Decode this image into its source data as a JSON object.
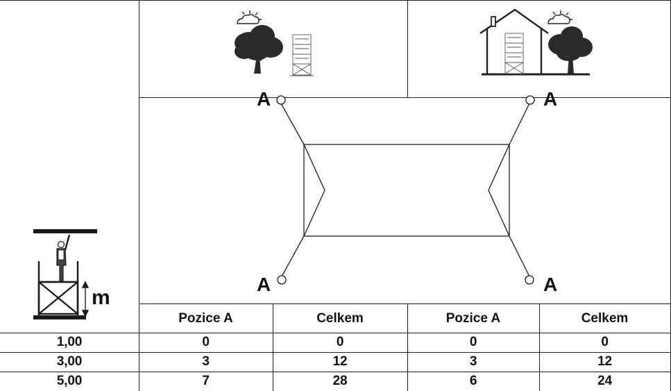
{
  "illustrations": {
    "left": "tree-and-scaffold-outdoor-icon",
    "right": "house-tree-and-scaffold-icon",
    "scaffold_person": "worker-on-scaffold-icon"
  },
  "diagram": {
    "anchor_label": "A"
  },
  "height_unit": "m",
  "table": {
    "headers": [
      "Pozice A",
      "Celkem",
      "Pozice A",
      "Celkem"
    ],
    "rows": [
      {
        "height": "1,00",
        "values": [
          "0",
          "0",
          "0",
          "0"
        ]
      },
      {
        "height": "3,00",
        "values": [
          "3",
          "12",
          "3",
          "12"
        ]
      },
      {
        "height": "5,00",
        "values": [
          "7",
          "28",
          "6",
          "24"
        ]
      }
    ]
  }
}
